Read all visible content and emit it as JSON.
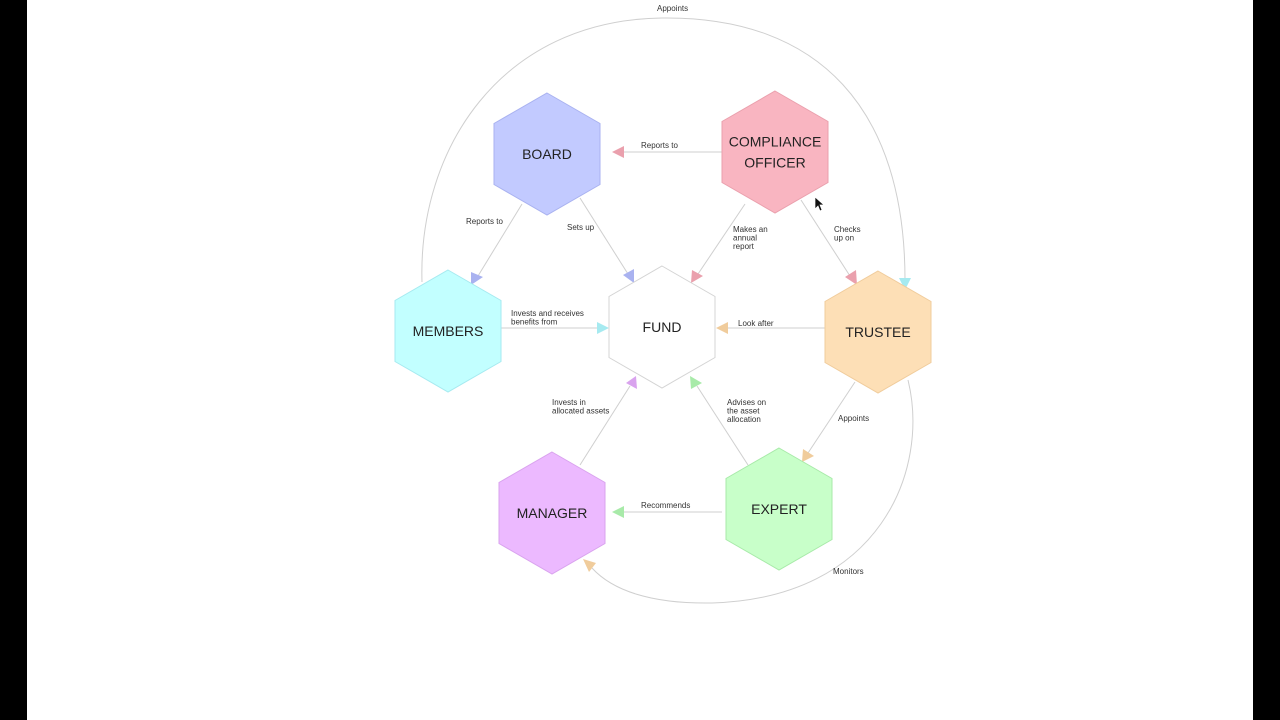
{
  "nodes": {
    "board": {
      "lines": [
        "BOARD"
      ],
      "fill": "#c2caff",
      "stroke": "#a9b2f0"
    },
    "compliance": {
      "lines": [
        "COMPLIANCE",
        "OFFICER"
      ],
      "fill": "#f9b5c1",
      "stroke": "#eaa0ad"
    },
    "members": {
      "lines": [
        "MEMBERS"
      ],
      "fill": "#c2ffff",
      "stroke": "#a6eaf0"
    },
    "fund": {
      "lines": [
        "FUND"
      ],
      "fill": "#ffffff",
      "stroke": "#d4d4d4"
    },
    "trustee": {
      "lines": [
        "TRUSTEE"
      ],
      "fill": "#fddfb6",
      "stroke": "#f0cc9c"
    },
    "manager": {
      "lines": [
        "MANAGER"
      ],
      "fill": "#ecb9ff",
      "stroke": "#d9a3ee"
    },
    "expert": {
      "lines": [
        "EXPERT"
      ],
      "fill": "#c8ffc9",
      "stroke": "#a8eaa9"
    }
  },
  "edges": {
    "trustee_appoints_compliance": {
      "lines": [
        "Appoints"
      ],
      "color": "#a6eaf0"
    },
    "compliance_reports_to_board": {
      "lines": [
        "Reports to"
      ],
      "color": "#eaa0ad"
    },
    "members_reports_to_board": {
      "lines": [
        "Reports to"
      ],
      "color": "#a9b2f0"
    },
    "board_sets_up_fund": {
      "lines": [
        "Sets up"
      ],
      "color": "#a9b2f0"
    },
    "compliance_report_fund": {
      "lines": [
        "Makes an",
        "annual",
        "report"
      ],
      "color": "#eaa0ad"
    },
    "compliance_checks_trustee": {
      "lines": [
        "Checks",
        "up on"
      ],
      "color": "#eaa0ad"
    },
    "members_invest_fund": {
      "lines": [
        "Invests and receives",
        "benefits from"
      ],
      "color": "#a6eaf0"
    },
    "trustee_looks_after_fund": {
      "lines": [
        "Look after"
      ],
      "color": "#f0cc9c"
    },
    "manager_invests_fund": {
      "lines": [
        "Invests in",
        "allocated assets"
      ],
      "color": "#d9a3ee"
    },
    "expert_advises_fund": {
      "lines": [
        "Advises on",
        "the asset",
        "allocation"
      ],
      "color": "#a8eaa9"
    },
    "trustee_appoints_expert": {
      "lines": [
        "Appoints"
      ],
      "color": "#f0cc9c"
    },
    "expert_recommends_manager": {
      "lines": [
        "Recommends"
      ],
      "color": "#a8eaa9"
    },
    "trustee_monitors_manager": {
      "lines": [
        "Monitors"
      ],
      "color": "#f0cc9c"
    }
  }
}
